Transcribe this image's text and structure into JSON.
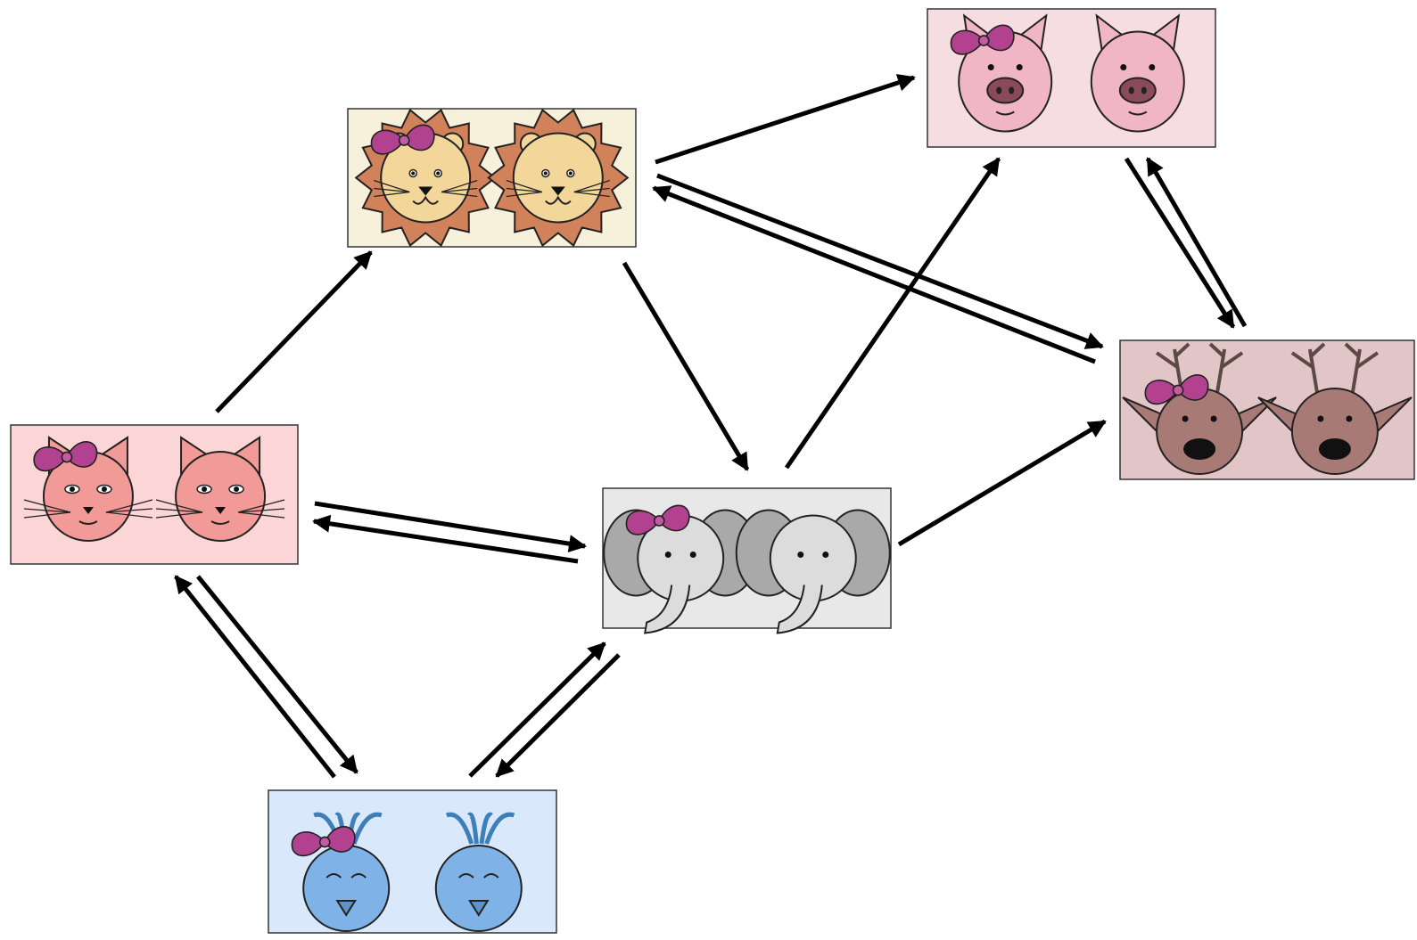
{
  "diagram": {
    "nodes": [
      {
        "id": "lion",
        "animal": "lion",
        "bg": "#f7f0da",
        "face": "#f3d79a",
        "accent": "#d2825a"
      },
      {
        "id": "pig",
        "animal": "pig",
        "bg": "#f5dde2",
        "face": "#f0b6c6",
        "accent": "#e59ab0"
      },
      {
        "id": "cat",
        "animal": "cat",
        "bg": "#fcd6d6",
        "face": "#f29a98",
        "accent": "#e98a88"
      },
      {
        "id": "elephant",
        "animal": "elephant",
        "bg": "#e8e8e8",
        "face": "#dcdcdc",
        "accent": "#a9a9a9"
      },
      {
        "id": "deer",
        "animal": "deer",
        "bg": "#e1c5c7",
        "face": "#a87a76",
        "accent": "#6a5550"
      },
      {
        "id": "bird",
        "animal": "bird",
        "bg": "#d9e8fb",
        "face": "#7fb3e8",
        "accent": "#3f7fb8"
      }
    ],
    "edges": [
      {
        "from": "cat",
        "to": "lion"
      },
      {
        "from": "lion",
        "to": "pig"
      },
      {
        "from": "lion",
        "to": "elephant"
      },
      {
        "from": "lion",
        "to": "deer"
      },
      {
        "from": "deer",
        "to": "lion"
      },
      {
        "from": "pig",
        "to": "deer"
      },
      {
        "from": "deer",
        "to": "pig"
      },
      {
        "from": "elephant",
        "to": "pig"
      },
      {
        "from": "elephant",
        "to": "deer"
      },
      {
        "from": "cat",
        "to": "elephant"
      },
      {
        "from": "elephant",
        "to": "cat"
      },
      {
        "from": "cat",
        "to": "bird"
      },
      {
        "from": "bird",
        "to": "cat"
      },
      {
        "from": "bird",
        "to": "elephant"
      },
      {
        "from": "elephant",
        "to": "bird"
      }
    ],
    "bow_color": "#b2428f",
    "arrow_color": "#000000"
  }
}
